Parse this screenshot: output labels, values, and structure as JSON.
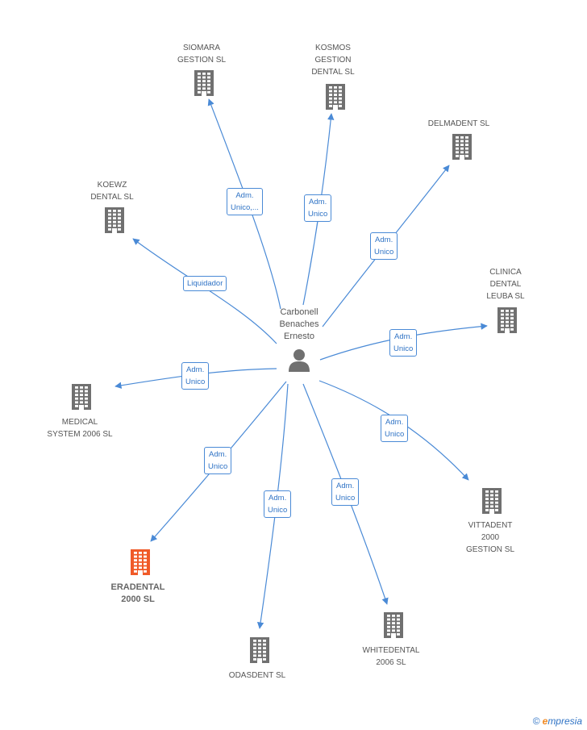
{
  "center": {
    "name": "Carbonell\nBenaches\nErnesto"
  },
  "companies": [
    {
      "id": "siomara",
      "name": "SIOMARA\nGESTION SL",
      "highlight": false
    },
    {
      "id": "kosmos",
      "name": "KOSMOS\nGESTION\nDENTAL SL",
      "highlight": false
    },
    {
      "id": "delmadent",
      "name": "DELMADENT SL",
      "highlight": false
    },
    {
      "id": "koewz",
      "name": "KOEWZ\nDENTAL SL",
      "highlight": false
    },
    {
      "id": "clinica",
      "name": "CLINICA\nDENTAL\nLEUBA SL",
      "highlight": false
    },
    {
      "id": "medical",
      "name": "MEDICAL\nSYSTEM 2006 SL",
      "highlight": false
    },
    {
      "id": "vittadent",
      "name": "VITTADENT\n2000\nGESTION SL",
      "highlight": false
    },
    {
      "id": "eradental",
      "name": "ERADENTAL\n2000 SL",
      "highlight": true
    },
    {
      "id": "odasdent",
      "name": "ODASDENT SL",
      "highlight": false
    },
    {
      "id": "whitedental",
      "name": "WHITEDENTAL\n2006 SL",
      "highlight": false
    }
  ],
  "edges": [
    {
      "to": "siomara",
      "label": "Adm.\nUnico,..."
    },
    {
      "to": "kosmos",
      "label": "Adm.\nUnico"
    },
    {
      "to": "delmadent",
      "label": "Adm.\nUnico"
    },
    {
      "to": "koewz",
      "label": "Liquidador"
    },
    {
      "to": "clinica",
      "label": "Adm.\nUnico"
    },
    {
      "to": "medical",
      "label": "Adm.\nUnico"
    },
    {
      "to": "vittadent",
      "label": "Adm.\nUnico"
    },
    {
      "to": "eradental",
      "label": "Adm.\nUnico"
    },
    {
      "to": "odasdent",
      "label": "Adm.\nUnico"
    },
    {
      "to": "whitedental",
      "label": "Adm.\nUnico"
    }
  ],
  "colors": {
    "edge": "#4a8ad6",
    "building": "#707070",
    "building_highlight": "#f05a28",
    "person": "#707070"
  },
  "footer": {
    "copyright": "©",
    "brand_initial": "e",
    "brand_rest": "mpresia"
  }
}
